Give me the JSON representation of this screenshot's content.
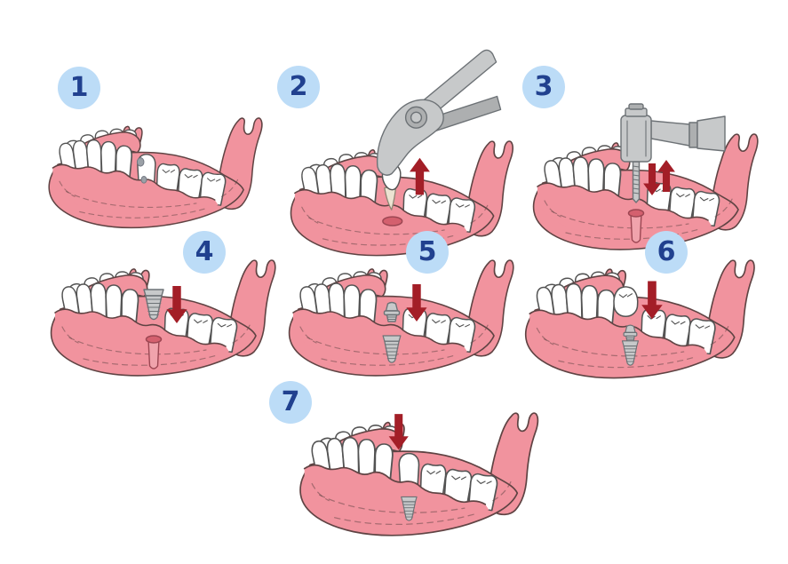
{
  "figure": {
    "type": "step-diagram",
    "subject": "dental-implant-procedure",
    "step_count": 7
  },
  "steps": [
    {
      "number": "1",
      "illustration": "lower-jaw-with-decayed-tooth",
      "arrows": []
    },
    {
      "number": "2",
      "illustration": "tooth-extraction-with-forceps",
      "arrows": [
        "up"
      ]
    },
    {
      "number": "3",
      "illustration": "drilling-implant-site",
      "arrows": [
        "down",
        "up"
      ]
    },
    {
      "number": "4",
      "illustration": "implant-screw-insertion",
      "arrows": [
        "down"
      ]
    },
    {
      "number": "5",
      "illustration": "abutment-placement",
      "arrows": [
        "down"
      ]
    },
    {
      "number": "6",
      "illustration": "crown-placement",
      "arrows": [
        "down"
      ]
    },
    {
      "number": "7",
      "illustration": "restored-jaw-with-implant",
      "arrows": [
        "down"
      ]
    }
  ],
  "colors": {
    "background": "#ffffff",
    "badge-bg": "#bcdcf7",
    "badge-num": "#21418f",
    "gum": "#f1939e",
    "gum-line": "#5f4343",
    "tooth": "#ffffff",
    "tooth-line": "#535353",
    "metal": "#c7c9ca",
    "metal-dark": "#adafb0",
    "metal-line": "#6d7276",
    "arrow": "#a31e27",
    "socket": "#d4606e",
    "socket-line": "#9c4652",
    "channel": "#f0a3ac",
    "root": "#ece3d2",
    "decay": "#9ba1a7"
  }
}
